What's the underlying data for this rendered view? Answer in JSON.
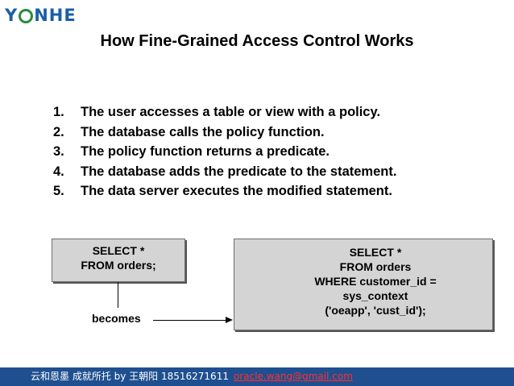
{
  "logo": {
    "prefix": "Y",
    "suffix": "NHE"
  },
  "slide": {
    "title": "How Fine-Grained Access Control Works"
  },
  "steps": [
    {
      "num": "1.",
      "text": "The user accesses a table or view with a policy."
    },
    {
      "num": "2.",
      "text": "The database calls the policy function."
    },
    {
      "num": "3.",
      "text": "The policy function returns a predicate."
    },
    {
      "num": "4.",
      "text": "The database adds the predicate to the statement."
    },
    {
      "num": "5.",
      "text": "The data server executes the modified statement."
    }
  ],
  "original_query": [
    "SELECT *",
    "FROM orders;"
  ],
  "modified_query": [
    "SELECT *",
    "FROM orders",
    "WHERE customer_id =",
    "sys_context",
    "('oeapp', 'cust_id');"
  ],
  "transform_label": "becomes",
  "footer": {
    "text": "云和恩墨 成就所托 by 王朝阳 18516271611",
    "email": "oracle.wang@gmail.com"
  },
  "colors": {
    "logo_blue": "#1a5fa6",
    "logo_green": "#2a8a3e",
    "footer_bg": "#1f4f8f",
    "email": "#ff3030",
    "box_fill": "#d4d4d4"
  }
}
